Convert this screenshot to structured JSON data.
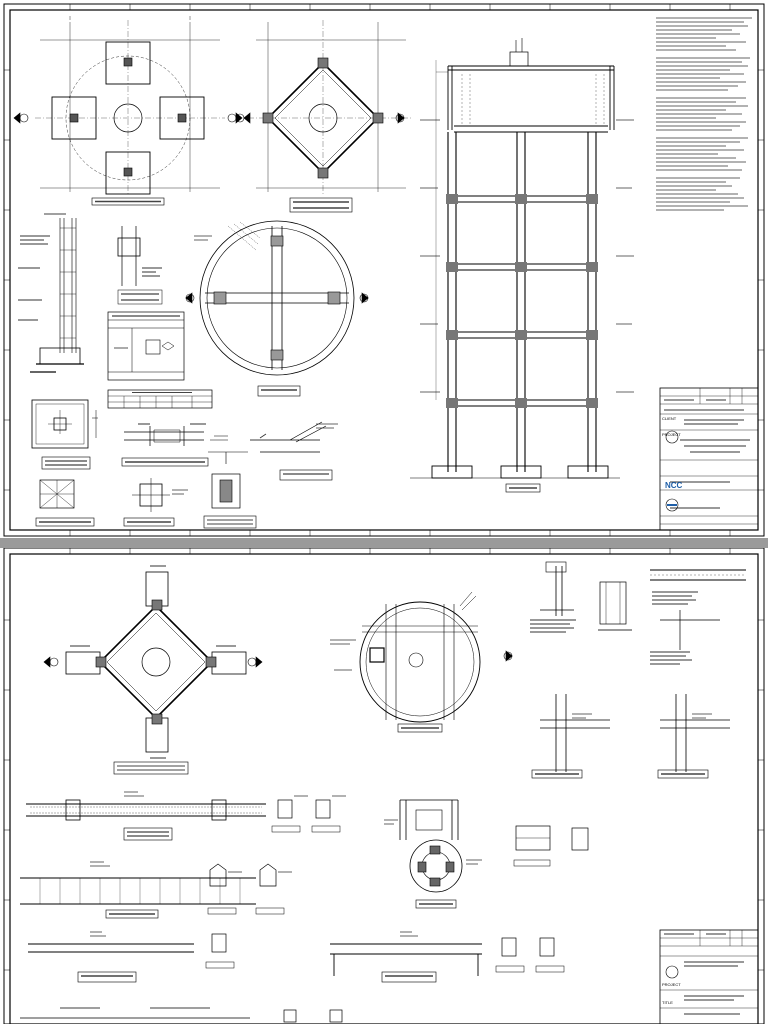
{
  "sheets": [
    {
      "id": "sheet-1",
      "title_block": {
        "client_label": "CLIENT",
        "project_label": "PROJECT",
        "logo_text": "NCC"
      }
    },
    {
      "id": "sheet-2",
      "title_block": {
        "project_label": "PROJECT",
        "title_label": "TITLE"
      }
    }
  ],
  "colors": {
    "line": "#000000",
    "sheet_background": "#ffffff",
    "separator": "#9a9a9a",
    "logo_orange": "#e07a1a",
    "logo_blue": "#1f5fa8",
    "logo_green": "#2e9b4a"
  }
}
